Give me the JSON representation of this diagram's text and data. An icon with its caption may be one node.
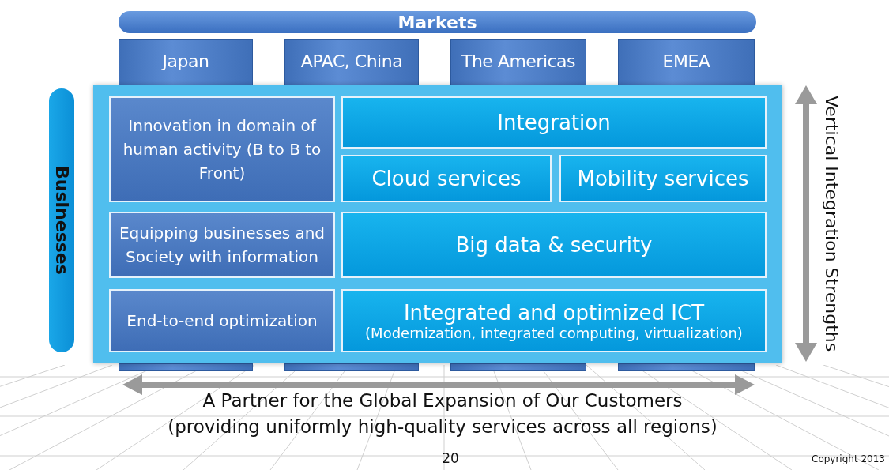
{
  "diagram": {
    "nodes": [
      {
        "text": [
          "Markets"
        ]
      },
      {
        "text": [
          "Japan"
        ]
      },
      {
        "text": [
          "APAC, China"
        ]
      },
      {
        "text": [
          "The Americas"
        ]
      },
      {
        "text": [
          "EMEA"
        ]
      },
      {
        "text": [
          "Businesses"
        ]
      },
      {
        "text": [],
        "shape": "box"
      },
      {
        "text": [
          "Innovation in domain of human activity (B to B to Front)"
        ],
        "in": 6
      },
      {
        "text": [
          "Integration"
        ],
        "in": 6
      },
      {
        "text": [
          "Cloud services"
        ],
        "in": 6
      },
      {
        "text": [
          "Mobility services"
        ],
        "in": 6
      },
      {
        "text": [
          "Equipping businesses and Society with information"
        ],
        "in": 6
      },
      {
        "text": [
          "Big data & security"
        ],
        "in": 6
      },
      {
        "text": [
          "End-to-end optimization"
        ],
        "in": 6
      },
      {
        "text": [
          "Integrated and optimized ICT",
          "(Modernization, integrated computing, virtualization)"
        ],
        "in": 6
      }
    ],
    "edges": [],
    "labels": [
      "Vertical Integration Strengths",
      "A Partner for the Global Expansion of Our Customers",
      "(providing uniformly high-quality services across all regions)",
      "20",
      "Copyright 2013"
    ]
  }
}
